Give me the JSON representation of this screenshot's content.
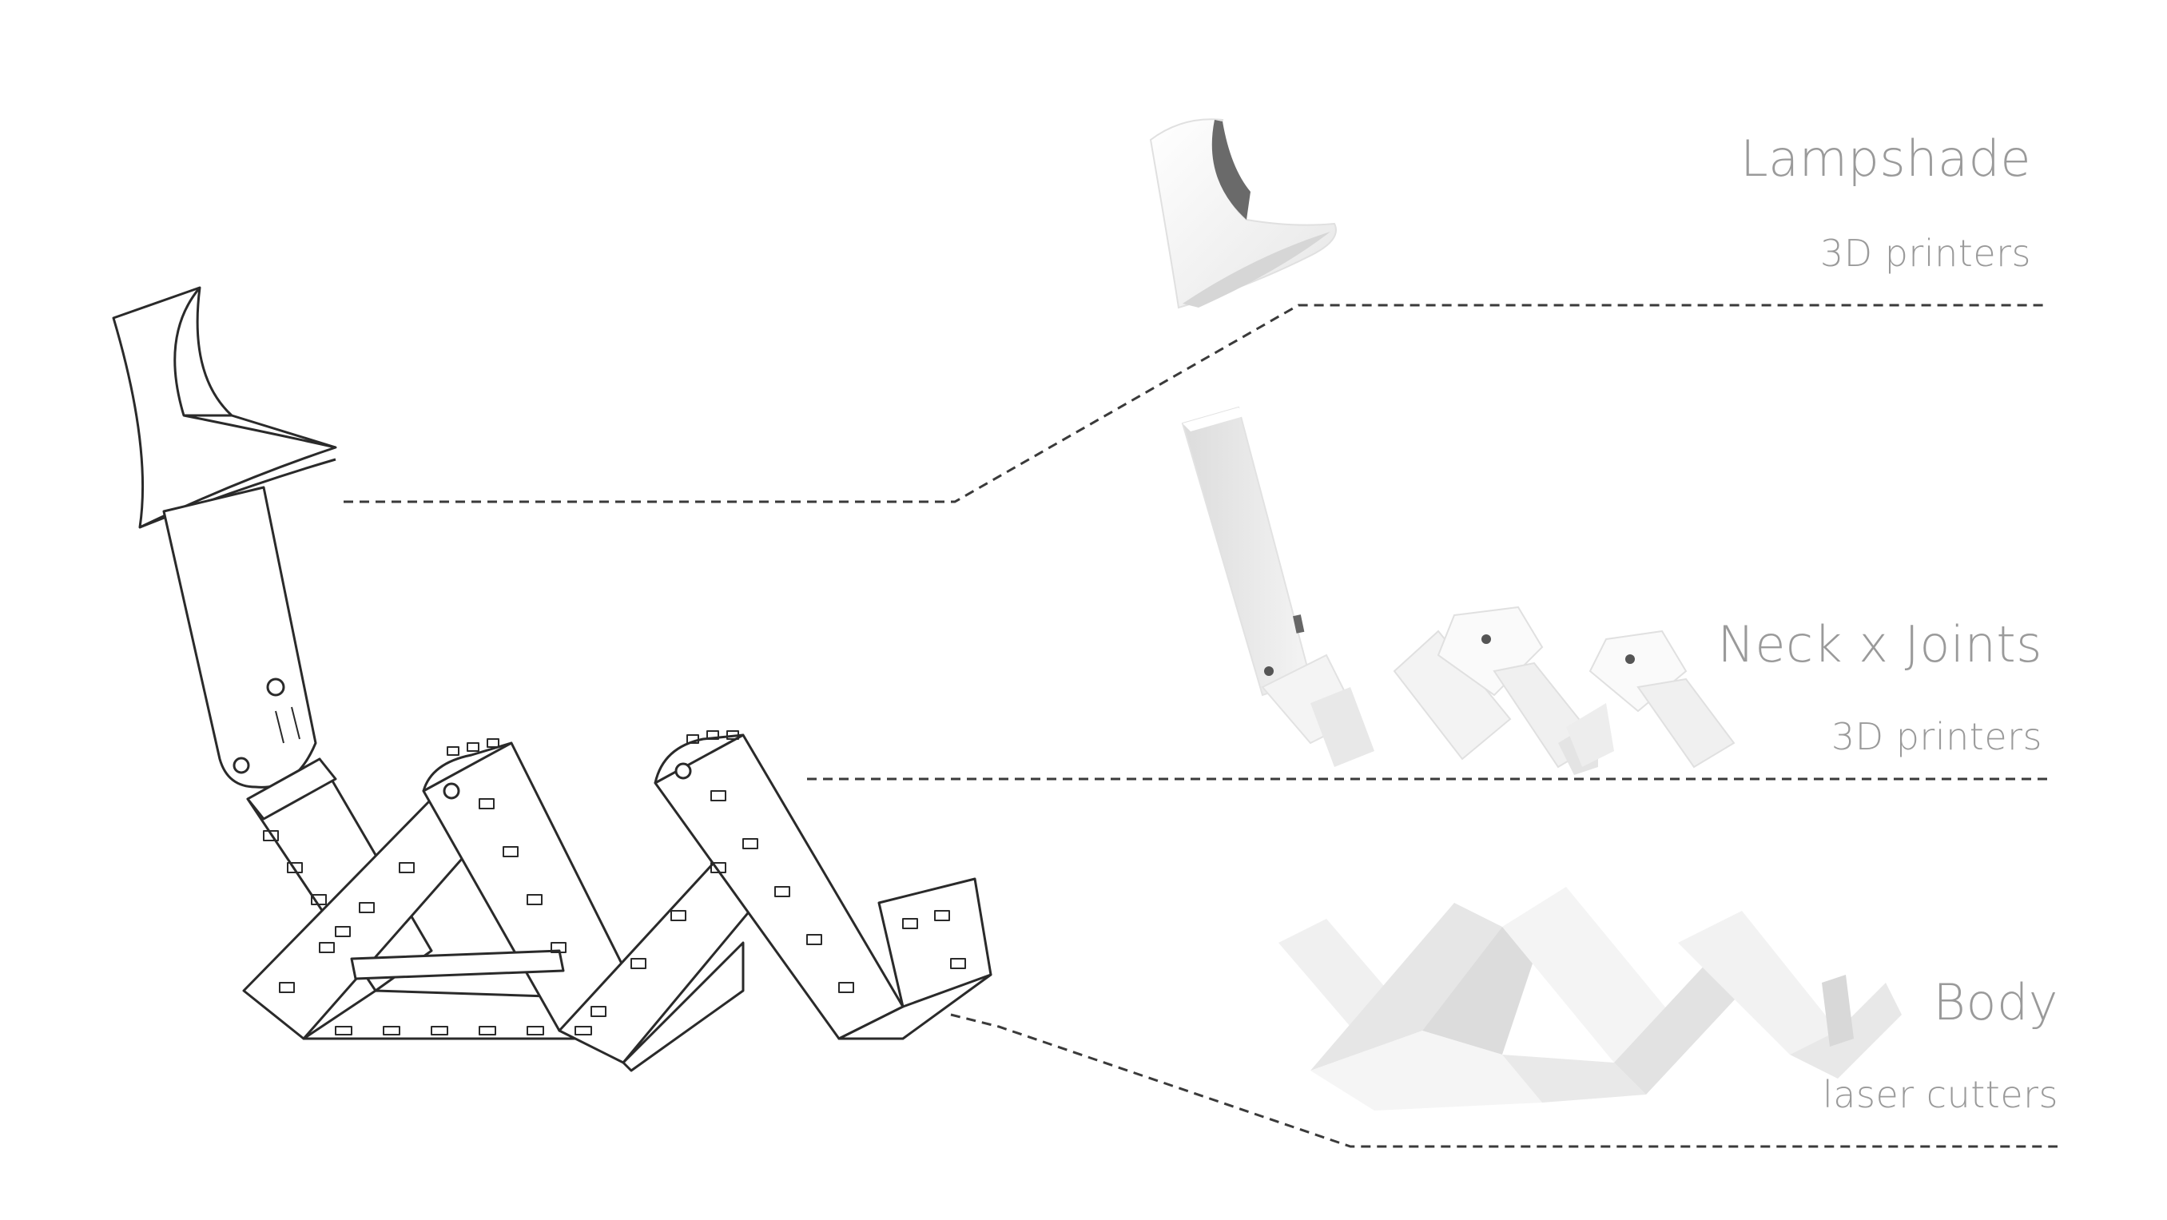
{
  "parts": [
    {
      "name": "Lampshade",
      "method": "3D printers"
    },
    {
      "name": "Neck x Joints",
      "method": "3D printers"
    },
    {
      "name": "Body",
      "method": "laser cutters"
    }
  ],
  "colors": {
    "label": "#9a9a9a",
    "leader": "#3a3a3a",
    "render_fill": "#f2f2f2",
    "render_shadow": "#d9d9d9",
    "outline": "#2a2a2a"
  }
}
